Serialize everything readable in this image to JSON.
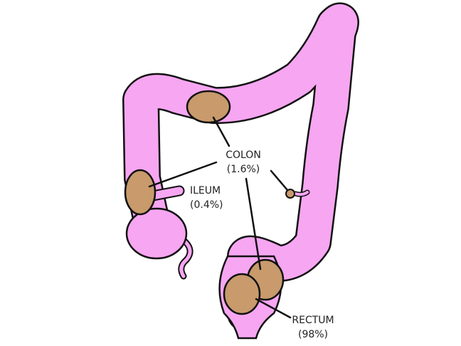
{
  "colors": {
    "tissue": "#f7a6f2",
    "tissue_shade": "#f08ae8",
    "polyp": "#c89a6c",
    "outline": "#111111"
  },
  "labels": {
    "colon": {
      "name": "COLON",
      "value": "(1.6%)"
    },
    "ileum": {
      "name": "ILEUM",
      "value": "(0.4%)"
    },
    "rectum": {
      "name": "RECTUM",
      "value": "(98%)"
    }
  }
}
